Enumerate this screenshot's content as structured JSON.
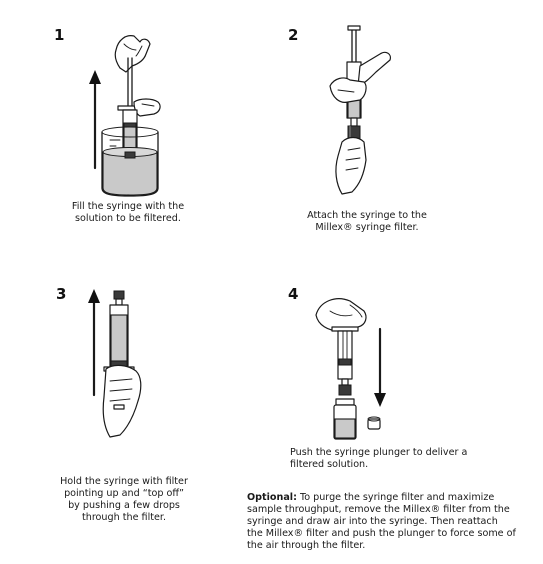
{
  "steps": [
    {
      "number": "1",
      "caption_lines": [
        "Fill the syringe with the",
        "solution to be filtered."
      ]
    },
    {
      "number": "2",
      "caption_lines": [
        "Attach the syringe to the",
        "Millex® syringe filter."
      ]
    },
    {
      "number": "3",
      "caption_lines": [
        "Hold the syringe with filter",
        "pointing up and “top off”",
        "by pushing a few drops",
        "through the filter."
      ]
    },
    {
      "number": "4",
      "caption_lines": [
        "Push the syringe plunger to deliver a",
        "filtered solution."
      ]
    }
  ],
  "optional_note": {
    "label": "Optional:",
    "lines": [
      " To purge the syringe filter and maximize",
      "sample throughput, remove the Millex® filter from the",
      "syringe and draw air into the syringe. Then reattach",
      "the Millex® filter and push the plunger to force some of",
      "the air through the filter."
    ]
  },
  "illustrations": {
    "step1": "syringe-drawing-from-beaker-with-up-arrow",
    "step2": "hands-attaching-syringe-filter",
    "step3": "syringe-held-filter-up-with-up-arrow",
    "step4": "plunger-pushed-into-vial-with-down-arrow"
  }
}
